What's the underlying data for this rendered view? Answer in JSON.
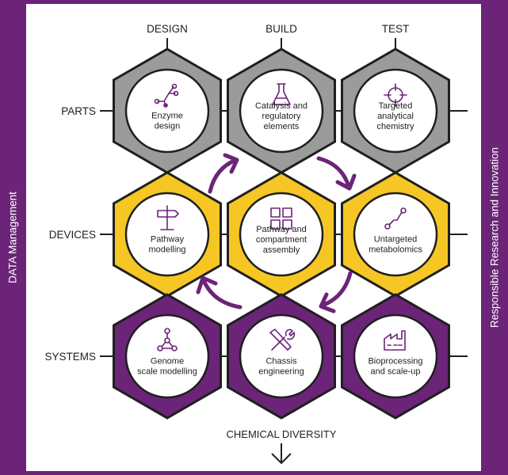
{
  "side_labels": {
    "left": "DATA Management",
    "right": "Responsible Research and Innovation"
  },
  "columns": [
    "DESIGN",
    "BUILD",
    "TEST"
  ],
  "rows": [
    "PARTS",
    "DEVICES",
    "SYSTEMS"
  ],
  "bottom_label": "CHEMICAL DIVERSITY",
  "colors": {
    "frame": "#6b2478",
    "parts_fill": "#9b9b9b",
    "devices_fill": "#f6c624",
    "systems_fill": "#6b2478",
    "outline": "#1f1f1f",
    "icon": "#6b2478",
    "arrow": "#6b2478"
  },
  "cells": [
    {
      "row": "PARTS",
      "col": "DESIGN",
      "icon": "enzyme-design-icon",
      "lines": [
        "Enzyme",
        "design"
      ]
    },
    {
      "row": "PARTS",
      "col": "BUILD",
      "icon": "flask-icon",
      "lines": [
        "Catalysis and",
        "regulatory",
        "elements"
      ]
    },
    {
      "row": "PARTS",
      "col": "TEST",
      "icon": "crosshair-icon",
      "lines": [
        "Targeted",
        "analytical",
        "chemistry"
      ]
    },
    {
      "row": "DEVICES",
      "col": "DESIGN",
      "icon": "signpost-icon",
      "lines": [
        "Pathway",
        "modelling"
      ]
    },
    {
      "row": "DEVICES",
      "col": "BUILD",
      "icon": "grid-squares-icon",
      "lines": [
        "Pathway and",
        "compartment",
        "assembly"
      ]
    },
    {
      "row": "DEVICES",
      "col": "TEST",
      "icon": "nodes-path-icon",
      "lines": [
        "Untargeted",
        "metabolomics"
      ]
    },
    {
      "row": "SYSTEMS",
      "col": "DESIGN",
      "icon": "network-icon",
      "lines": [
        "Genome",
        "scale modelling"
      ]
    },
    {
      "row": "SYSTEMS",
      "col": "BUILD",
      "icon": "tools-icon",
      "lines": [
        "Chassis",
        "engineering"
      ]
    },
    {
      "row": "SYSTEMS",
      "col": "TEST",
      "icon": "factory-icon",
      "lines": [
        "Bioprocessing",
        "and scale-up"
      ]
    }
  ]
}
